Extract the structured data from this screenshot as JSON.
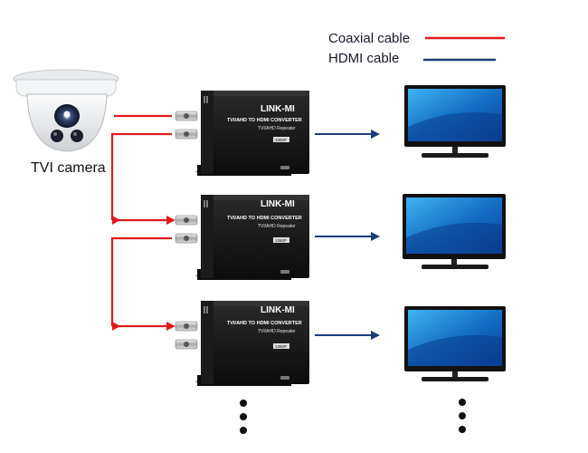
{
  "legend": {
    "coax_label": "Coaxial cable",
    "hdmi_label": "HDMI cable",
    "coax_color": "#e01b1b",
    "hdmi_color": "#1d3c7a"
  },
  "camera": {
    "label": "TVI camera",
    "icon": "dome-camera-icon"
  },
  "converters": [
    {
      "brand": "LINK-MI",
      "title": "TVI/AHD TO HDMI CONVERTER",
      "subtitle": "TVI/AHD Repeater",
      "resolution": "1080P"
    },
    {
      "brand": "LINK-MI",
      "title": "TVI/AHD TO HDMI CONVERTER",
      "subtitle": "TVI/AHD Repeater",
      "resolution": "1080P"
    },
    {
      "brand": "LINK-MI",
      "title": "TVI/AHD TO HDMI CONVERTER",
      "subtitle": "TVI/AHD Repeater",
      "resolution": "1080P"
    }
  ],
  "monitors": [
    {
      "icon": "monitor-icon"
    },
    {
      "icon": "monitor-icon"
    },
    {
      "icon": "monitor-icon"
    }
  ],
  "continuation": {
    "icon": "vertical-ellipsis-icon"
  }
}
